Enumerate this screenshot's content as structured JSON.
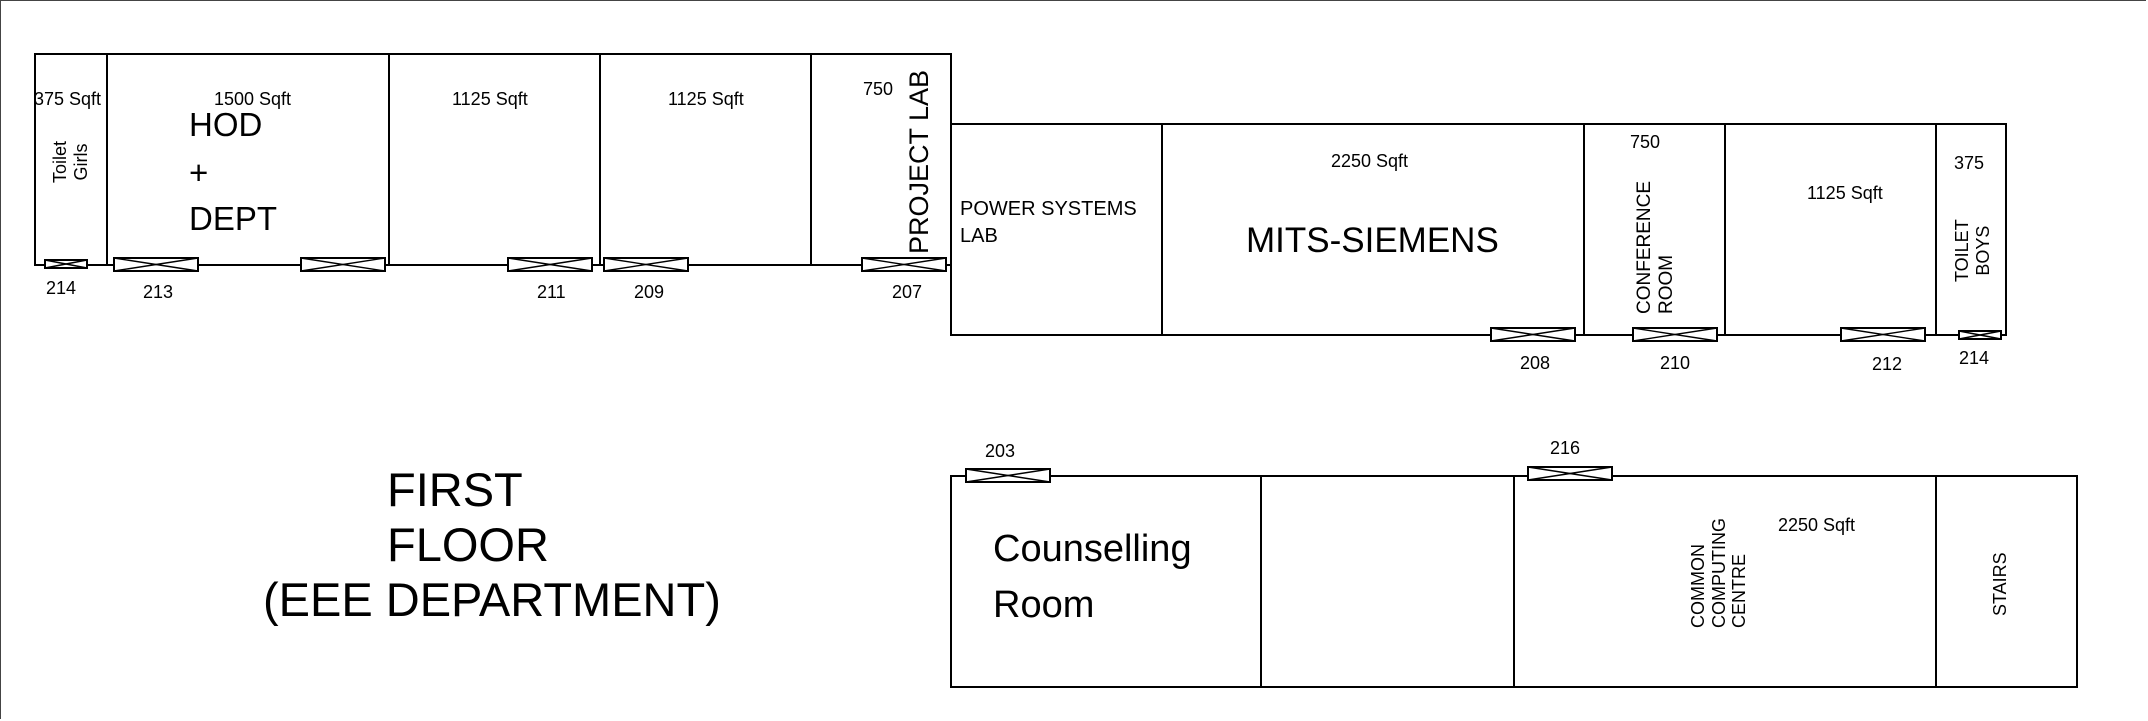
{
  "title": {
    "line1": "FIRST",
    "line2": "FLOOR",
    "line3": "(EEE DEPARTMENT)"
  },
  "rooms": {
    "toilet_girls": {
      "area": "375 Sqft",
      "name": "Toilet\nGirls"
    },
    "hod_dept": {
      "area": "1500 Sqft",
      "line1": "HOD",
      "line2": "+",
      "line3": "DEPT"
    },
    "room_211": {
      "area": "1125 Sqft"
    },
    "room_209": {
      "area": "1125 Sqft"
    },
    "project_lab": {
      "area": "750",
      "name": "PROJECT LAB"
    },
    "power_systems_lab": {
      "line1": "POWER SYSTEMS",
      "line2": "LAB"
    },
    "mits_siemens": {
      "area": "2250 Sqft",
      "name": "MITS-SIEMENS"
    },
    "conference_room": {
      "area": "750",
      "name": "CONFERENCE\nROOM"
    },
    "room_212": {
      "area": "1125 Sqft"
    },
    "toilet_boys": {
      "area": "375",
      "name": "TOILET\nBOYS"
    },
    "counselling_room": {
      "line1": "Counselling",
      "line2": "Room"
    },
    "common_computing_centre": {
      "area": "2250 Sqft",
      "name": "COMMON\nCOMPUTING\nCENTRE"
    },
    "stairs": {
      "name": "STAIRS"
    }
  },
  "doors": {
    "d214_left": "214",
    "d213": "213",
    "d211": "211",
    "d209": "209",
    "d207": "207",
    "d208": "208",
    "d210": "210",
    "d212": "212",
    "d214_right": "214",
    "d203": "203",
    "d216": "216"
  }
}
